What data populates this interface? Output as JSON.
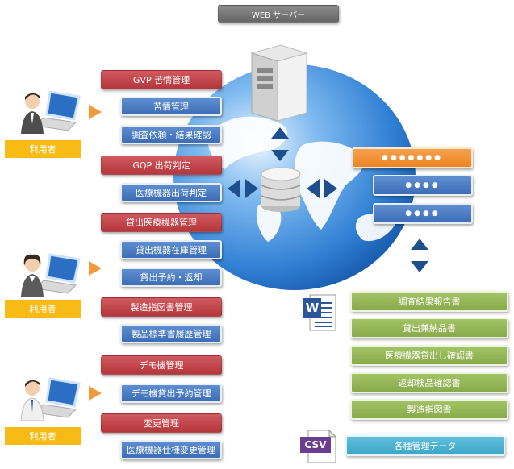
{
  "server": {
    "label": "WEB サーバー"
  },
  "users": [
    {
      "label": "利用者"
    },
    {
      "label": "利用者"
    },
    {
      "label": "利用者"
    }
  ],
  "left_menu": [
    {
      "label": "GVP 苦情管理",
      "style": "red"
    },
    {
      "label": "苦情管理",
      "style": "blue"
    },
    {
      "label": "調査依頼・結果確認",
      "style": "blue"
    },
    {
      "label": "GQP 出荷判定",
      "style": "red"
    },
    {
      "label": "医療機器出荷判定",
      "style": "blue"
    },
    {
      "label": "貸出医療機器管理",
      "style": "red"
    },
    {
      "label": "貸出機器在庫管理",
      "style": "blue"
    },
    {
      "label": "貸出予約・返却",
      "style": "blue"
    },
    {
      "label": "製造指図書管理",
      "style": "red"
    },
    {
      "label": "製品標準書履歴管理",
      "style": "blue"
    },
    {
      "label": "デモ機管理",
      "style": "red"
    },
    {
      "label": "デモ機貸出予約管理",
      "style": "blue"
    },
    {
      "label": "変更管理",
      "style": "red"
    },
    {
      "label": "医療機器仕様変更管理",
      "style": "blue"
    }
  ],
  "login_form": {
    "password_mask": "●●●●●●●",
    "field1_mask": "●●●●",
    "field2_mask": "●●●●"
  },
  "documents": [
    {
      "label": "調査結果報告書"
    },
    {
      "label": "貸出兼納品書"
    },
    {
      "label": "医療機器貸出し確認書"
    },
    {
      "label": "返却検品確認書"
    },
    {
      "label": "製造指図書"
    }
  ],
  "word_icon": {
    "letter": "W"
  },
  "csv": {
    "icon_label": "CSV",
    "label": "各種管理データ"
  },
  "colors": {
    "red": "#b5363d",
    "blue": "#3c6db6",
    "green": "#88aa4b",
    "teal": "#3ea6c6",
    "orange": "#ec8524",
    "user_label": "#f8bb16",
    "globe": "#2f7fd4"
  }
}
